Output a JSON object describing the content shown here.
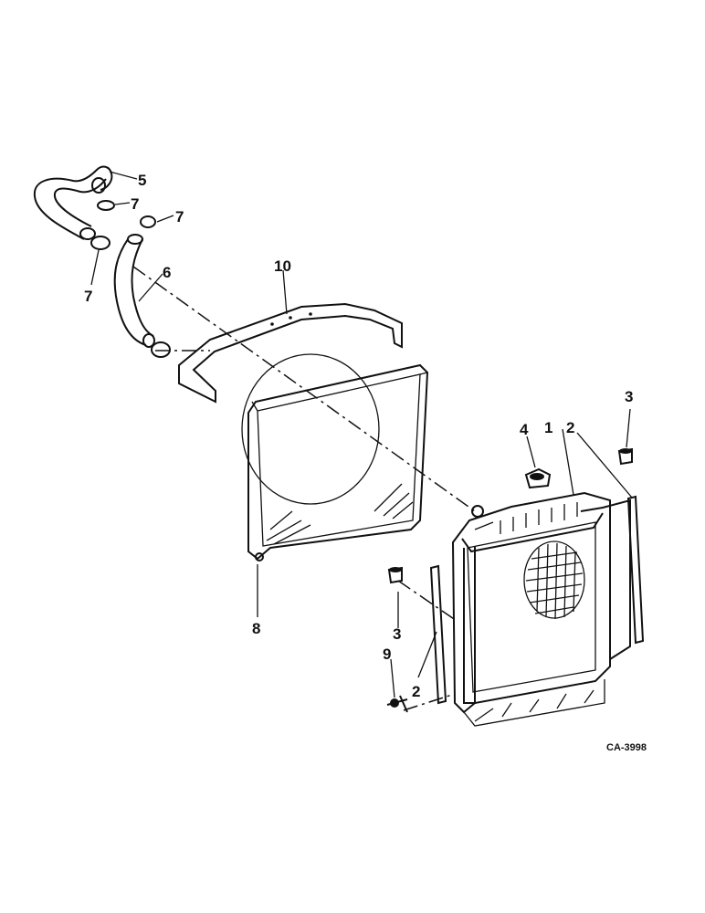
{
  "diagram": {
    "code": "CA-3998",
    "callouts": {
      "radiator": "1",
      "seal_left": "2",
      "seal_right": "2",
      "plug_left": "3",
      "plug_right": "3",
      "cap": "4",
      "upper_hose": "5",
      "lower_hose": "6",
      "clamp_a": "7",
      "clamp_b": "7",
      "clamp_c": "7",
      "shroud_bracket": "8",
      "drain_cock": "9",
      "brace": "10"
    },
    "colors": {
      "ink": "#111111",
      "paper": "#ffffff"
    }
  }
}
